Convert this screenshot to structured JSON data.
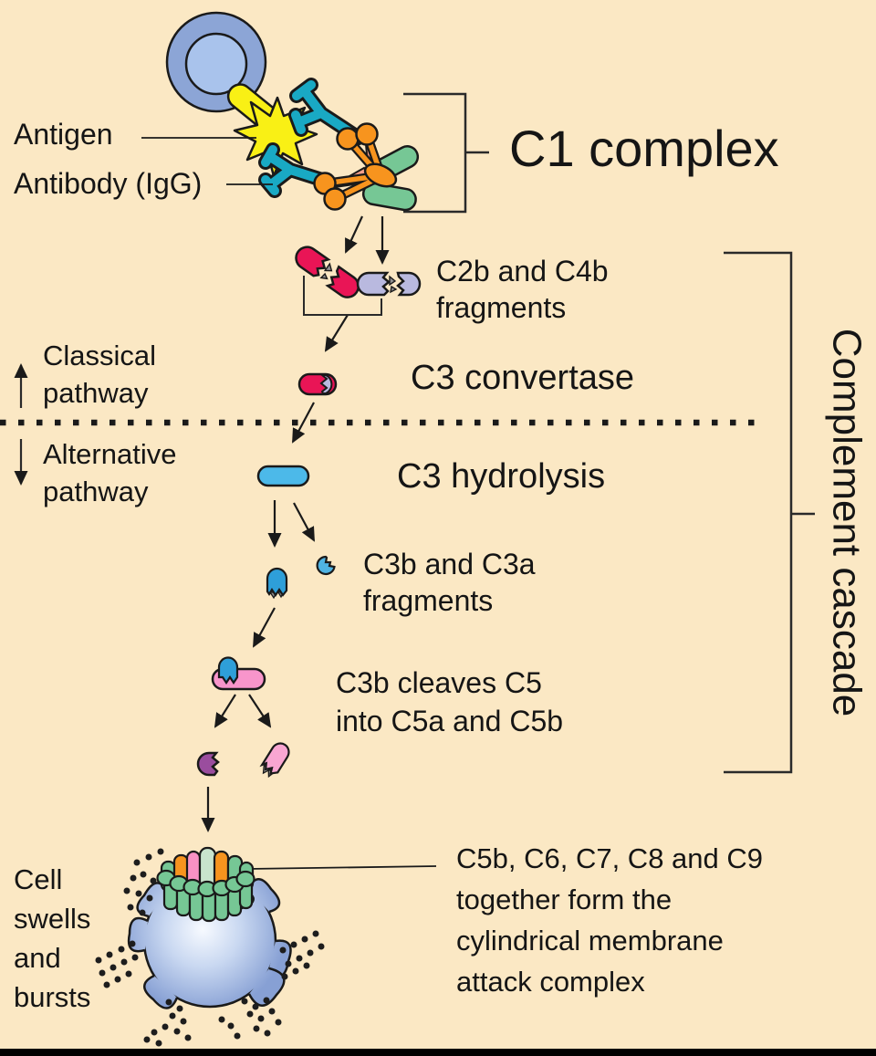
{
  "diagram_title": "Complement cascade",
  "labels": {
    "antigen": "Antigen",
    "antibody_igg": "Antibody (IgG)",
    "c1_complex": "C1 complex",
    "c2b_c4b_fragments": "C2b and C4b\nfragments",
    "c3_convertase": "C3 convertase",
    "classical_pathway": "Classical\npathway",
    "alternative_pathway": "Alternative\npathway",
    "c3_hydrolysis": "C3 hydrolysis",
    "c3b_c3a_fragments": "C3b and C3a\nfragments",
    "c3b_cleaves_c5": "C3b cleaves C5\ninto C5a and C5b",
    "cell_swells_and_bursts": "Cell\nswells\nand\nbursts",
    "membrane_attack_complex": "C5b, C6, C7, C8 and C9\ntogether form the\ncylindrical membrane\nattack complex",
    "complement_cascade": "Complement cascade"
  },
  "colors": {
    "background": "#FBE8C4",
    "outline": "#1A1A1A",
    "cell_outer_blue": "#8CA5D6",
    "cell_inner_blue": "#A9C3EC",
    "antigen_yellow": "#F9F015",
    "antibody_teal": "#19A9C4",
    "c1_orange": "#F7941E",
    "c1_salmon": "#F5A08C",
    "c1_green_pill": "#76C795",
    "c2b_red": "#E91556",
    "c4b_lavender": "#B9B9DF",
    "c3_hydrolysis_blue": "#4CB9E9",
    "c3b_blue": "#2E9FD9",
    "c3a_blue": "#4FB3E3",
    "c5_pink": "#F895CB",
    "c5a_pink": "#F9A6D2",
    "c5b_purple": "#9A4D9E",
    "mac_green": "#76C795",
    "mac_mint": "#C8E4CD",
    "mac_pink": "#F891C4",
    "mac_orange": "#F7941E",
    "fragment_gray": "#909090"
  }
}
